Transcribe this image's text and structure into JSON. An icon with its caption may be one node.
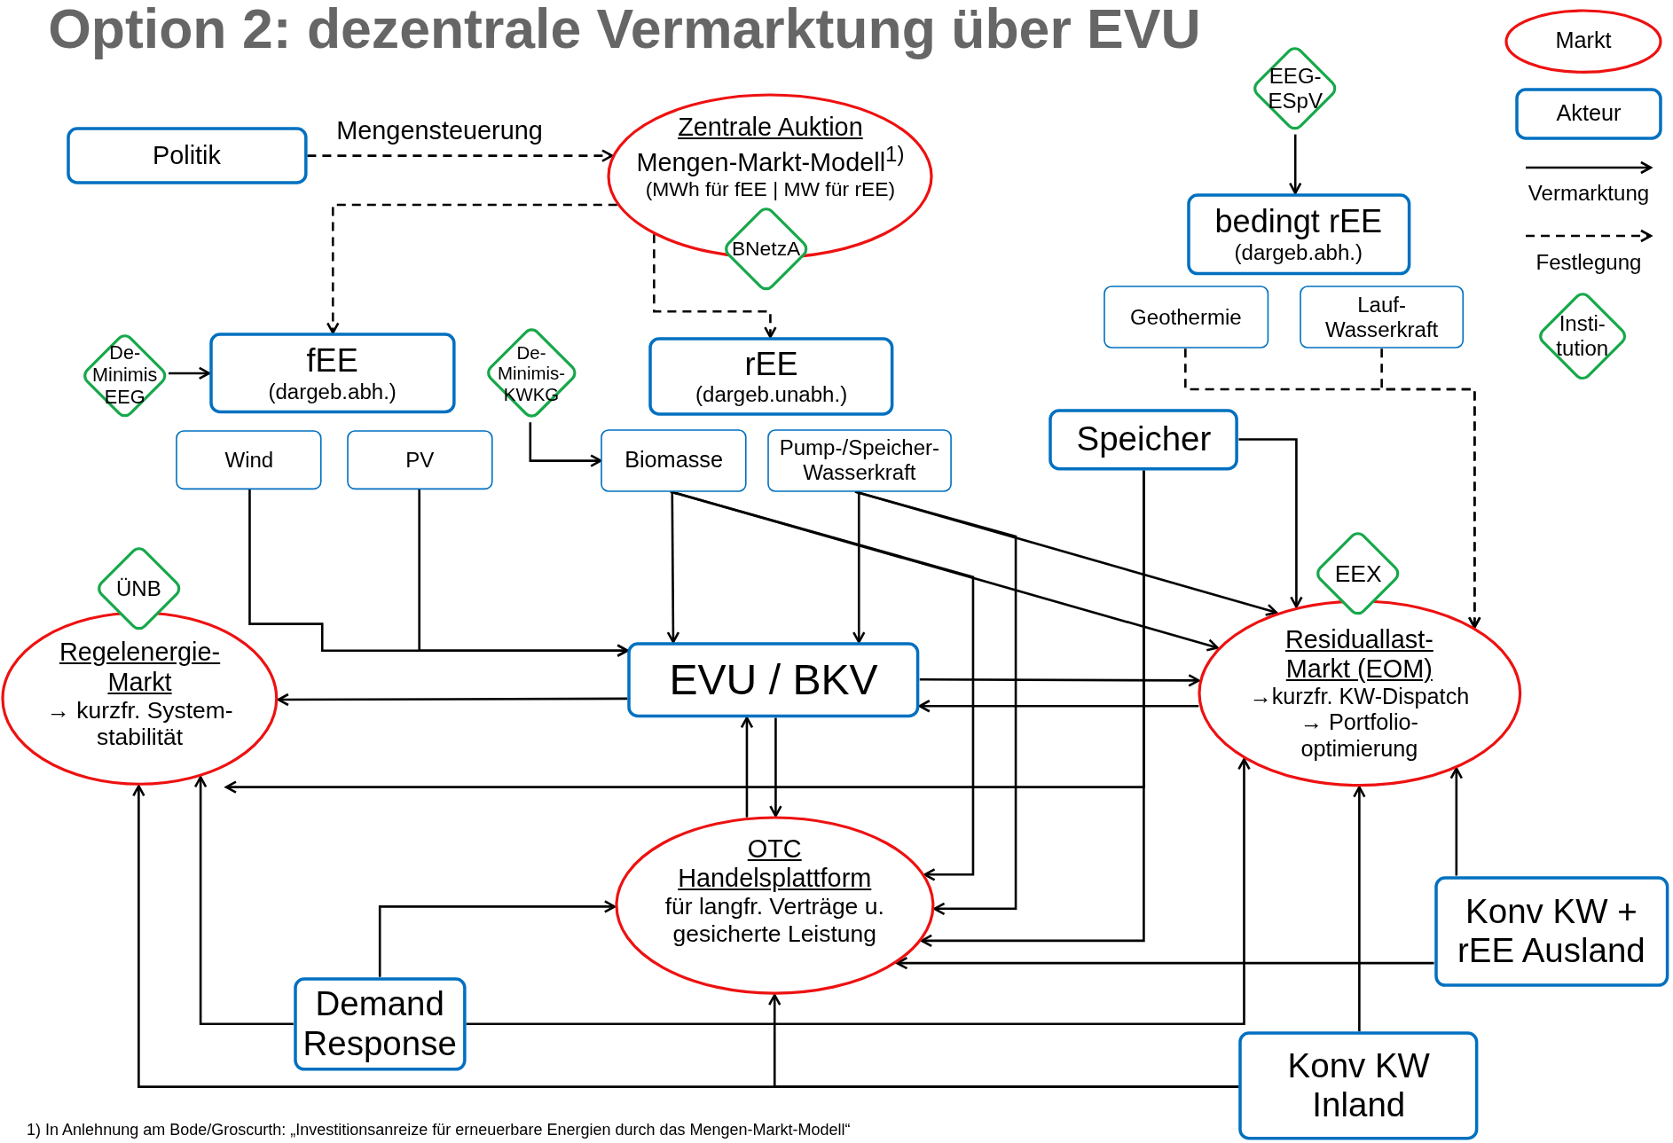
{
  "diagram": {
    "title": "Option 2: dezentrale Vermarktung über EVU",
    "nodes": [
      {
        "text": [
          "Politik"
        ]
      },
      {
        "text": [
          "Zentrale Auktion",
          "Mengen-Markt-Modell$^{1)}$",
          "(MWh für fEE | MW für rEE)"
        ]
      },
      {
        "text": [
          "BNetzA"
        ]
      },
      {
        "text": [
          "EEG- ESpV"
        ]
      },
      {
        "text": [
          "bedingt rEE",
          "(dargeb.abh.)"
        ]
      },
      {
        "text": [
          "Geothermie"
        ]
      },
      {
        "text": [
          "Lauf- Wasserkraft"
        ]
      },
      {
        "text": [
          "De- Minimis EEG"
        ]
      },
      {
        "text": [
          "fEE",
          "(dargeb.abh.)"
        ]
      },
      {
        "text": [
          "De- Minimis- KWKG"
        ]
      },
      {
        "text": [
          "rEE",
          "(dargeb.unabh.)"
        ]
      },
      {
        "text": [
          "Wind"
        ]
      },
      {
        "text": [
          "PV"
        ]
      },
      {
        "text": [
          "Biomasse"
        ]
      },
      {
        "text": [
          "Pump-/Speicher- Wasserkraft"
        ]
      },
      {
        "text": [
          "Speicher"
        ]
      },
      {
        "text": [
          "ÜNB"
        ]
      },
      {
        "text": [
          "Regelenergie- Markt",
          "→ kurzfr. System- stabilität"
        ]
      },
      {
        "text": [
          "EVU / BKV"
        ]
      },
      {
        "text": [
          "EEX"
        ]
      },
      {
        "text": [
          "Residuallast- Markt (EOM)",
          "→kurzfr. KW-Dispatch",
          "→ Portfolio- optimierung"
        ]
      },
      {
        "text": [
          "OTC Handelsplattform",
          "für langfr. Verträge u. gesicherte Leistung"
        ]
      },
      {
        "text": [
          "Demand Response"
        ]
      },
      {
        "text": [
          "Konv KW + rEE Ausland"
        ]
      },
      {
        "text": [
          "Konv KW Inland"
        ]
      }
    ],
    "edges": [
      {
        "from": 0,
        "to": 1,
        "arrow": "to",
        "style": "dashed",
        "label": "Mengensteuerung"
      },
      {
        "from": 1,
        "to": 8,
        "arrow": "to",
        "style": "dashed"
      },
      {
        "from": 1,
        "to": 10,
        "arrow": "to",
        "style": "dashed"
      },
      {
        "from": 3,
        "to": 4,
        "arrow": "to"
      },
      {
        "from": 5,
        "to": 20,
        "arrow": "to",
        "style": "dashed"
      },
      {
        "from": 6,
        "to": 20,
        "arrow": "to",
        "style": "dashed"
      },
      {
        "from": 7,
        "to": 8,
        "arrow": "to"
      },
      {
        "from": 9,
        "to": 13,
        "arrow": "to"
      },
      {
        "from": 11,
        "to": 18,
        "arrow": "to"
      },
      {
        "from": 12,
        "to": 18,
        "arrow": "to"
      },
      {
        "from": 13,
        "to": 18,
        "arrow": "to"
      },
      {
        "from": 13,
        "to": 20,
        "arrow": "to"
      },
      {
        "from": 13,
        "to": 21,
        "arrow": "to"
      },
      {
        "from": 14,
        "to": 18,
        "arrow": "to"
      },
      {
        "from": 14,
        "to": 20,
        "arrow": "to"
      },
      {
        "from": 14,
        "to": 21,
        "arrow": "to"
      },
      {
        "from": 15,
        "to": 20,
        "arrow": "to"
      },
      {
        "from": 15,
        "to": 17,
        "arrow": "to"
      },
      {
        "from": 15,
        "to": 21,
        "arrow": "to"
      },
      {
        "from": 18,
        "to": 20,
        "arrow": "to"
      },
      {
        "from": 20,
        "to": 18,
        "arrow": "to"
      },
      {
        "from": 18,
        "to": 17,
        "arrow": "to"
      },
      {
        "from": 21,
        "to": 18,
        "arrow": "to"
      },
      {
        "from": 18,
        "to": 21,
        "arrow": "to"
      },
      {
        "from": 22,
        "to": 21,
        "arrow": "to"
      },
      {
        "from": 22,
        "to": 17,
        "arrow": "to"
      },
      {
        "from": 22,
        "to": 20,
        "arrow": "to"
      },
      {
        "from": 24,
        "to": 20,
        "arrow": "to"
      },
      {
        "from": 24,
        "to": 17,
        "arrow": "to"
      },
      {
        "from": 24,
        "to": 21,
        "arrow": "to"
      },
      {
        "from": 23,
        "to": 20,
        "arrow": "to"
      },
      {
        "from": 23,
        "to": 21,
        "arrow": "to"
      }
    ],
    "labels": [
      "1) In Anlehnung am Bode/Groscurth: „Investitionsanreize für erneuerbare Energien durch das Mengen-Markt-Modell“"
    ],
    "legend": [
      {
        "text": "Markt"
      },
      {
        "text": "Akteur"
      },
      {
        "text": "Vermarktung"
      },
      {
        "text": "Festlegung"
      },
      {
        "text": "Insti- tution"
      }
    ]
  }
}
